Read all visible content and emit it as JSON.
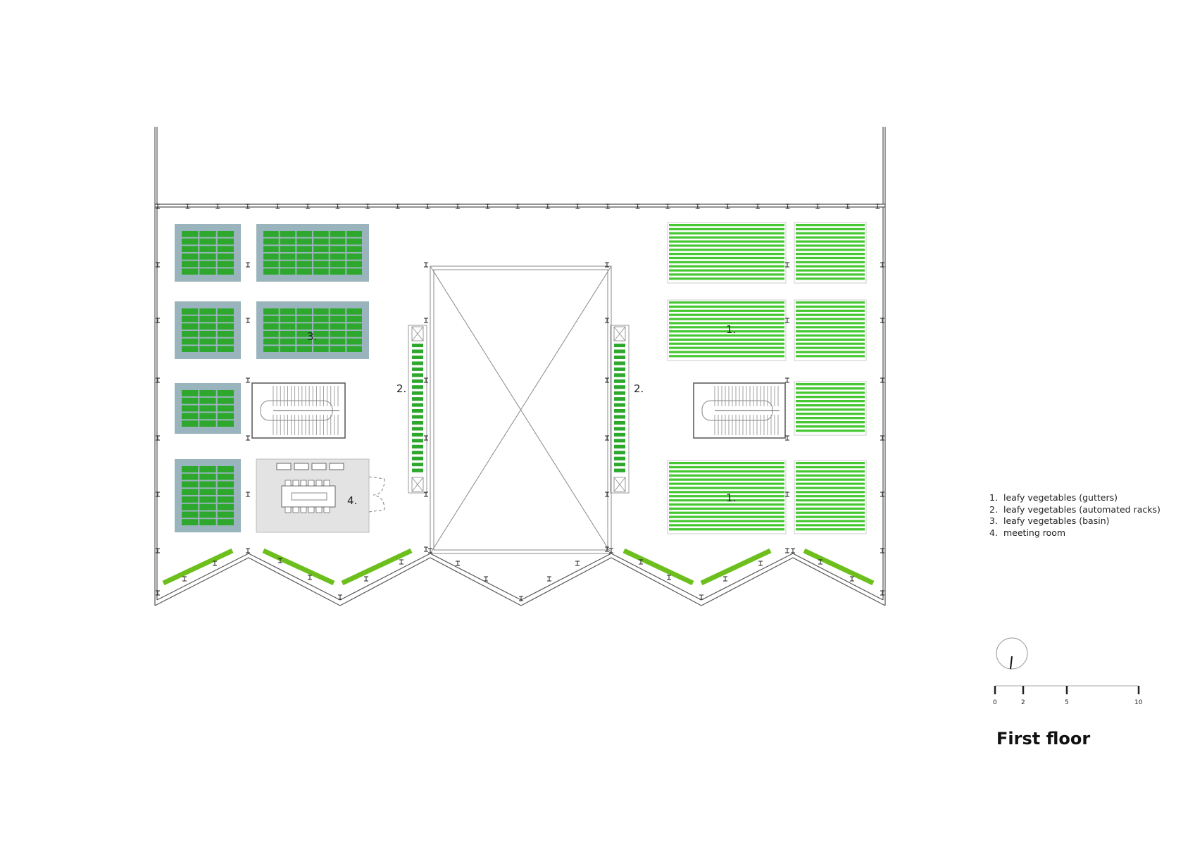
{
  "title": "First floor",
  "legend": [
    {
      "num": "1.",
      "text": "leafy vegetables (gutters)"
    },
    {
      "num": "2.",
      "text": "leafy vegetables (automated racks)"
    },
    {
      "num": "3.",
      "text": "leafy vegetables (basin)"
    },
    {
      "num": "4.",
      "text": "meeting room"
    }
  ],
  "labels": {
    "gutters": "1.",
    "racks": "2.",
    "basin": "3.",
    "meeting": "4."
  },
  "scale_ticks": [
    "0",
    "2",
    "5",
    "10"
  ],
  "colors": {
    "green": "#2da82d",
    "basin": "#9ab4bd",
    "bright_green": "#46c832",
    "planter": "#6cbf1c",
    "meeting": "#e3e3e3",
    "line": "#555555"
  }
}
